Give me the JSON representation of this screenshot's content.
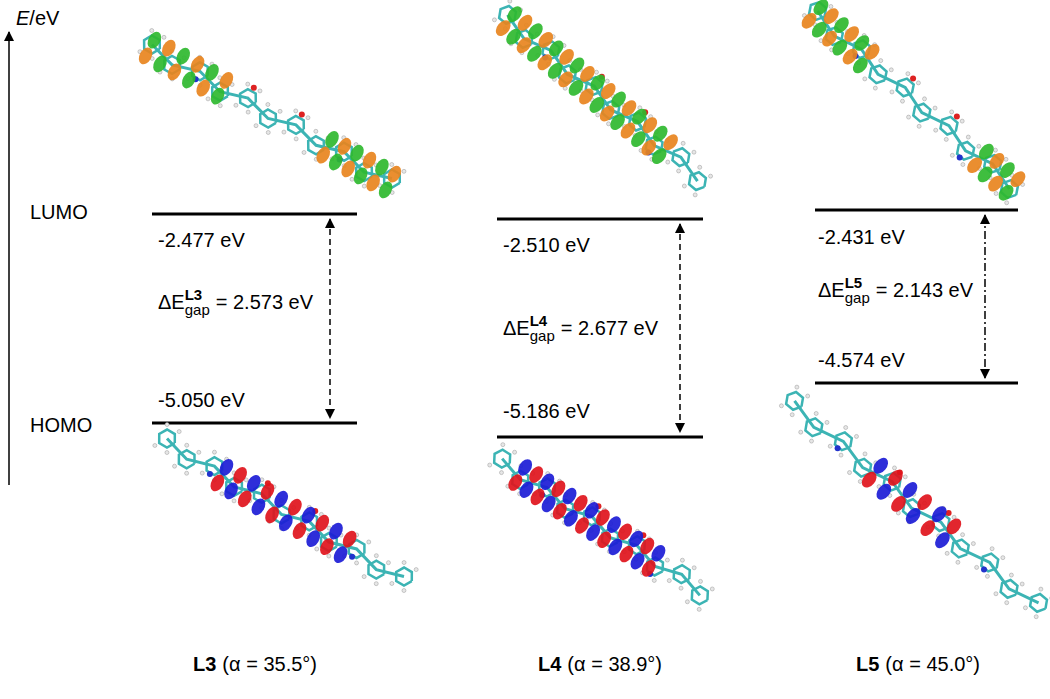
{
  "diagram": {
    "labels": [
      "E",
      "/eV",
      "LUMO",
      "HOMO",
      "-2.477 eV",
      "ΔE",
      "gap",
      "L3",
      "= 2.573 eV",
      "-5.050 eV",
      "L3",
      "(α = 35.5°)",
      "-2.510 eV",
      "ΔE",
      "gap",
      "L4",
      "= 2.677 eV",
      "-5.186 eV",
      "L4",
      "(α = 38.9°)",
      "-2.431 eV",
      "ΔE",
      "gap",
      "L5",
      "= 2.143 eV",
      "-4.574 eV",
      "L5",
      "(α = 45.0°)"
    ]
  }
}
